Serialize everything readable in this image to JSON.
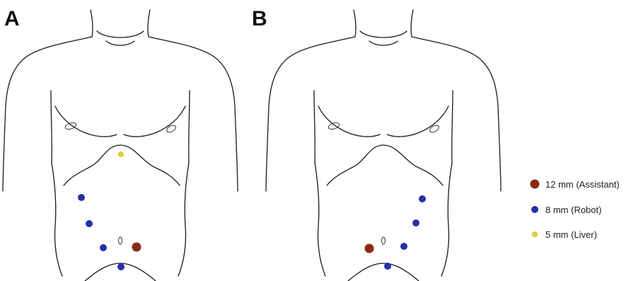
{
  "panels": [
    {
      "label": "A",
      "ports": [
        {
          "type": "liver"
        },
        {
          "type": "robot"
        },
        {
          "type": "robot"
        },
        {
          "type": "assistant"
        },
        {
          "type": "robot"
        },
        {
          "type": "robot"
        }
      ]
    },
    {
      "label": "B",
      "ports": [
        {
          "type": "robot"
        },
        {
          "type": "robot"
        },
        {
          "type": "assistant"
        },
        {
          "type": "robot"
        },
        {
          "type": "robot"
        }
      ]
    }
  ],
  "legend": [
    {
      "type": "assistant",
      "label": "12 mm (Assistant)",
      "color": "#8b2a14"
    },
    {
      "type": "robot",
      "label": "8 mm (Robot)",
      "color": "#2630a6"
    },
    {
      "type": "liver",
      "label": "5 mm (Liver)",
      "color": "#e6d21c"
    }
  ]
}
